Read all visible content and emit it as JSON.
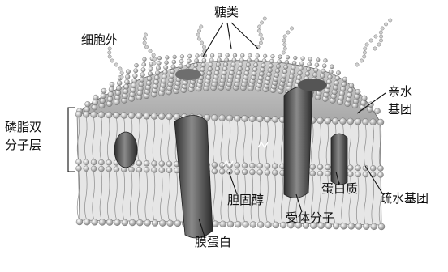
{
  "labels": {
    "outside": "细胞外",
    "sugars": "糖类",
    "bilayer_line1": "磷脂双",
    "bilayer_line2": "分子层",
    "hydrophilic_line1": "亲水",
    "hydrophilic_line2": "基团",
    "hydrophobic": "疏水基团",
    "protein": "蛋白质",
    "cholesterol": "胆固醇",
    "receptor": "受体分子",
    "membrane_protein": "膜蛋白"
  },
  "colors": {
    "lipid_head": "#d9d9d9",
    "tail": "#9a9a9a",
    "protein": "#4a4a4a",
    "membrane_face": "#bdbdbd",
    "line": "#111111"
  }
}
